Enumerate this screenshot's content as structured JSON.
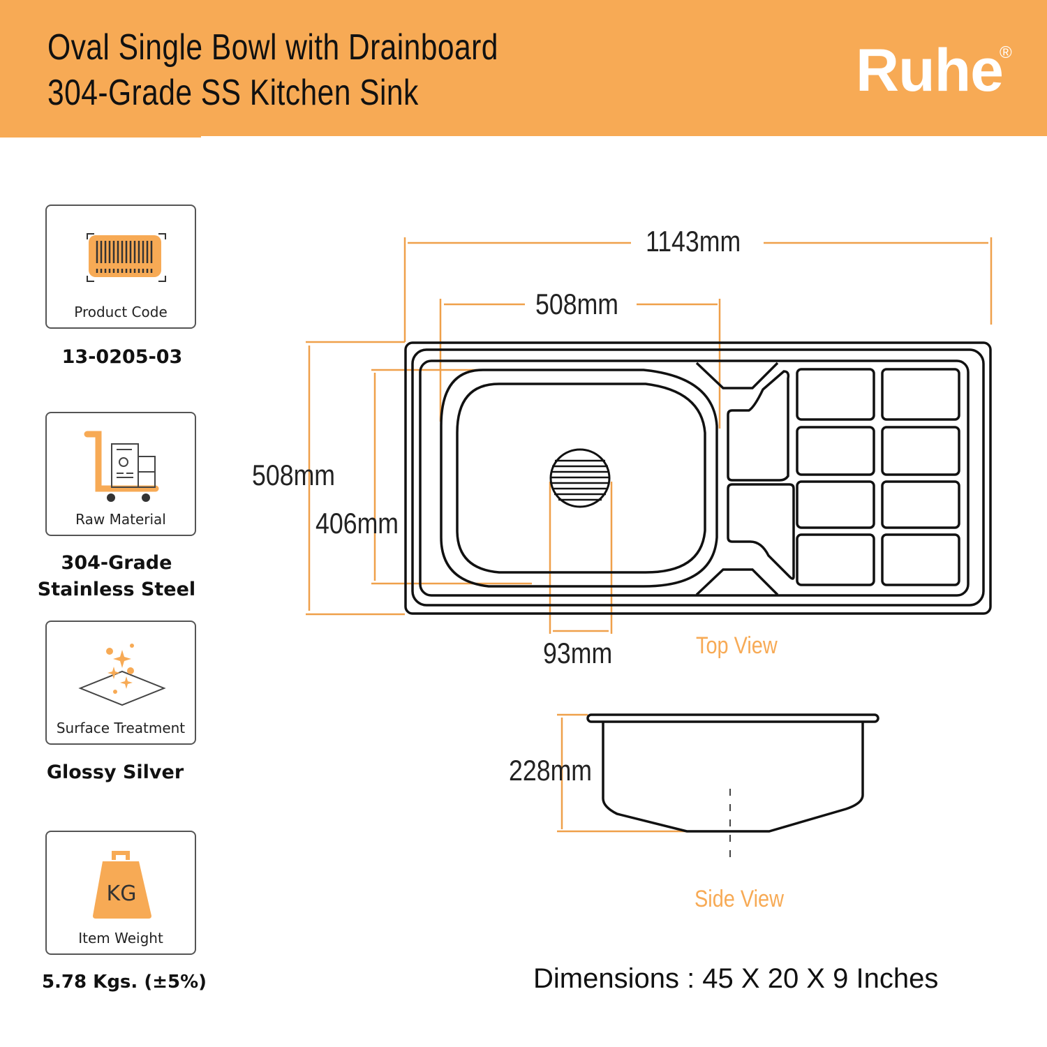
{
  "header": {
    "title_line1": "Oval Single Bowl with Drainboard",
    "title_line2": "304-Grade SS Kitchen Sink",
    "brand": "Ruhe",
    "brand_mark": "®"
  },
  "specs": [
    {
      "label": "Product Code",
      "value": "13-0205-03",
      "icon": "barcode-icon"
    },
    {
      "label": "Raw Material",
      "value_line1": "304-Grade",
      "value_line2": "Stainless Steel",
      "icon": "trolley-icon"
    },
    {
      "label": "Surface Treatment",
      "value": "Glossy Silver",
      "icon": "sparkle-icon"
    },
    {
      "label": "Item Weight",
      "value": "5.78 Kgs. (±5%)",
      "icon": "weight-icon",
      "icon_text": "KG"
    }
  ],
  "diagram": {
    "overall_length": "1143mm",
    "bowl_length": "508mm",
    "overall_width": "508mm",
    "bowl_width": "406mm",
    "drain": "93mm",
    "depth": "228mm",
    "top_view_label": "Top View",
    "side_view_label": "Side View"
  },
  "dimensions_text": "Dimensions : 45 X 20 X 9 Inches",
  "colors": {
    "accent": "#F7AA55",
    "dim_line": "#EFA04A"
  }
}
